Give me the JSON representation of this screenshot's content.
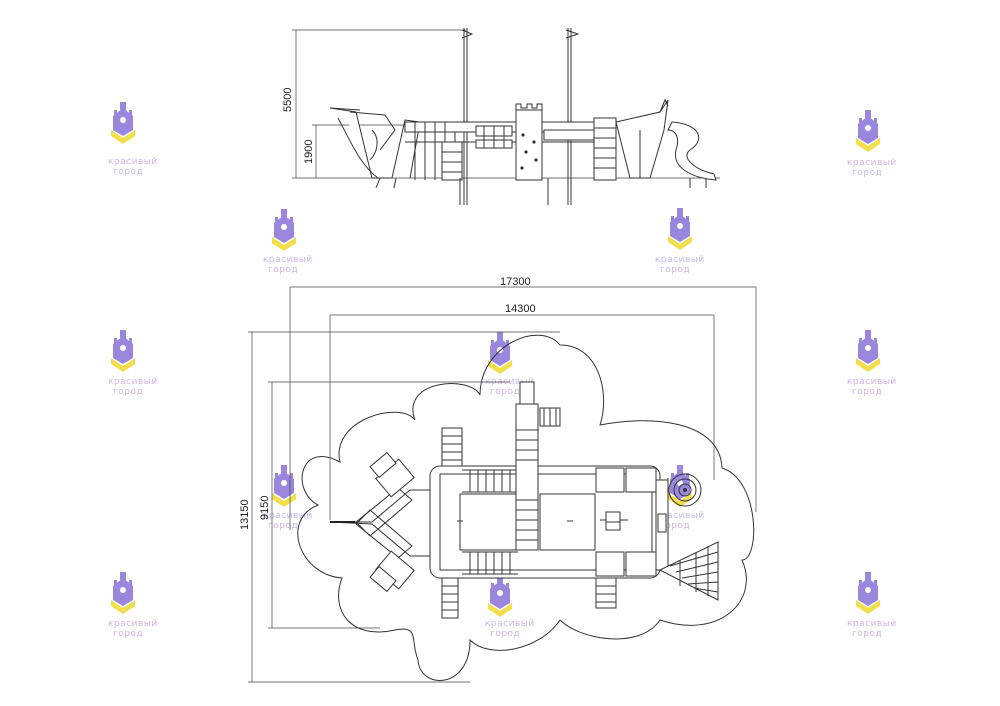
{
  "dimensions": {
    "total_height": "5500",
    "platform_height": "1900",
    "outer_width": "17300",
    "inner_width": "14300",
    "outer_depth": "13150",
    "inner_depth": "9150"
  },
  "watermark": {
    "line1": "красивый",
    "line2": "город"
  },
  "colors": {
    "line": "#333333",
    "watermark_purple": "#8f7ad6",
    "watermark_yellow": "#f2dd4a"
  },
  "icons": [
    "ship-playground-side-view",
    "ship-playground-plan-view",
    "city-logo-watermark"
  ]
}
